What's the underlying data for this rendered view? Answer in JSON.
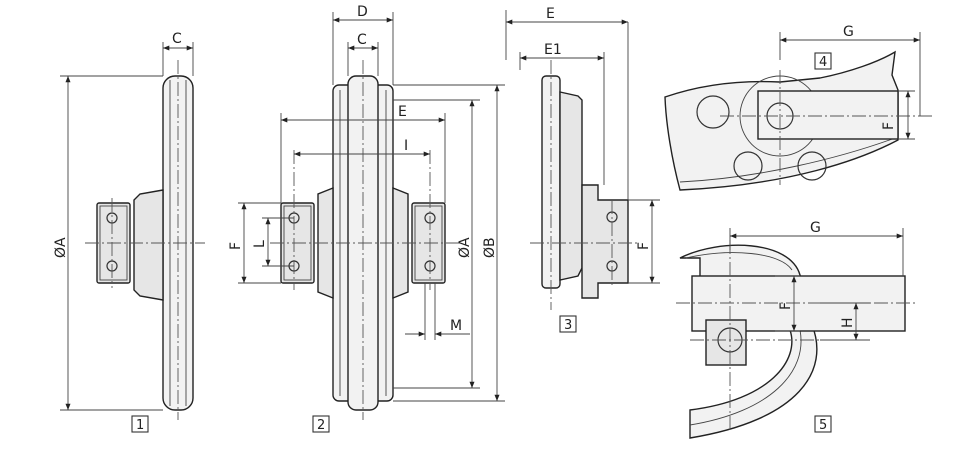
{
  "labels": {
    "c": "C",
    "d": "D",
    "e": "E",
    "e1": "E1",
    "g": "G",
    "i": "I",
    "f": "F",
    "l": "L",
    "m": "M",
    "h": "H",
    "dia_a": "ØA",
    "dia_b": "ØB"
  },
  "figures": [
    "1",
    "2",
    "3",
    "4",
    "5"
  ]
}
